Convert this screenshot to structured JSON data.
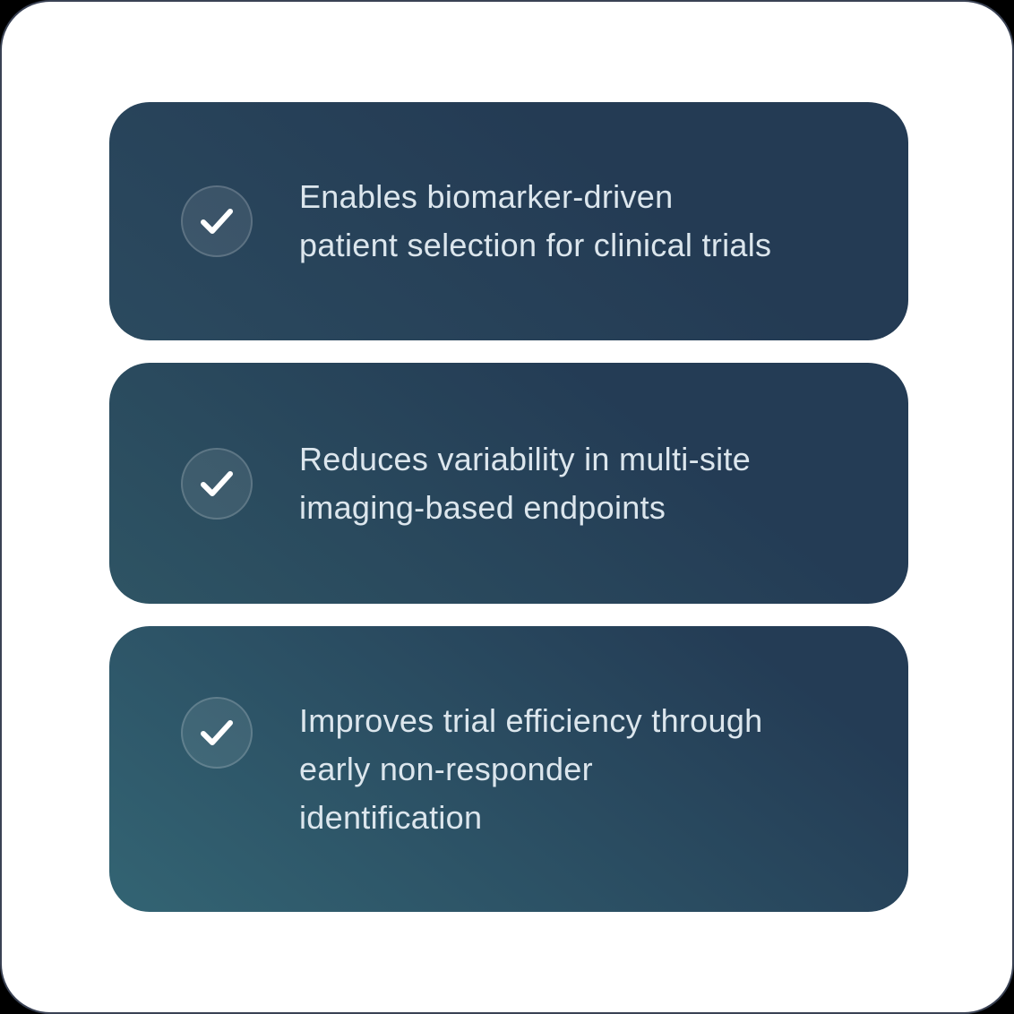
{
  "cards": {
    "items": [
      {
        "icon": "check",
        "text": "Enables biomarker-driven\npatient selection for clinical trials"
      },
      {
        "icon": "check",
        "text": "Reduces variability in multi-site\nimaging-based endpoints"
      },
      {
        "icon": "check",
        "text": "Improves trial efficiency through\nearly non-responder\nidentification"
      }
    ]
  },
  "icons": {
    "check_glyph": "✓"
  },
  "colors": {
    "outer_background": "#000000",
    "frame_background": "#ffffff",
    "frame_border": "#3a4254",
    "card_navy": "#243c55",
    "card_teal_top": "#2b4a5f",
    "card_teal_middle": "#2e5464",
    "card_teal_bottom": "#336473",
    "circle_fill": "rgba(255,255,255,0.09)",
    "circle_border": "rgba(255,255,255,0.17)",
    "check_stroke": "#ffffff",
    "text": "#dce6ed"
  }
}
